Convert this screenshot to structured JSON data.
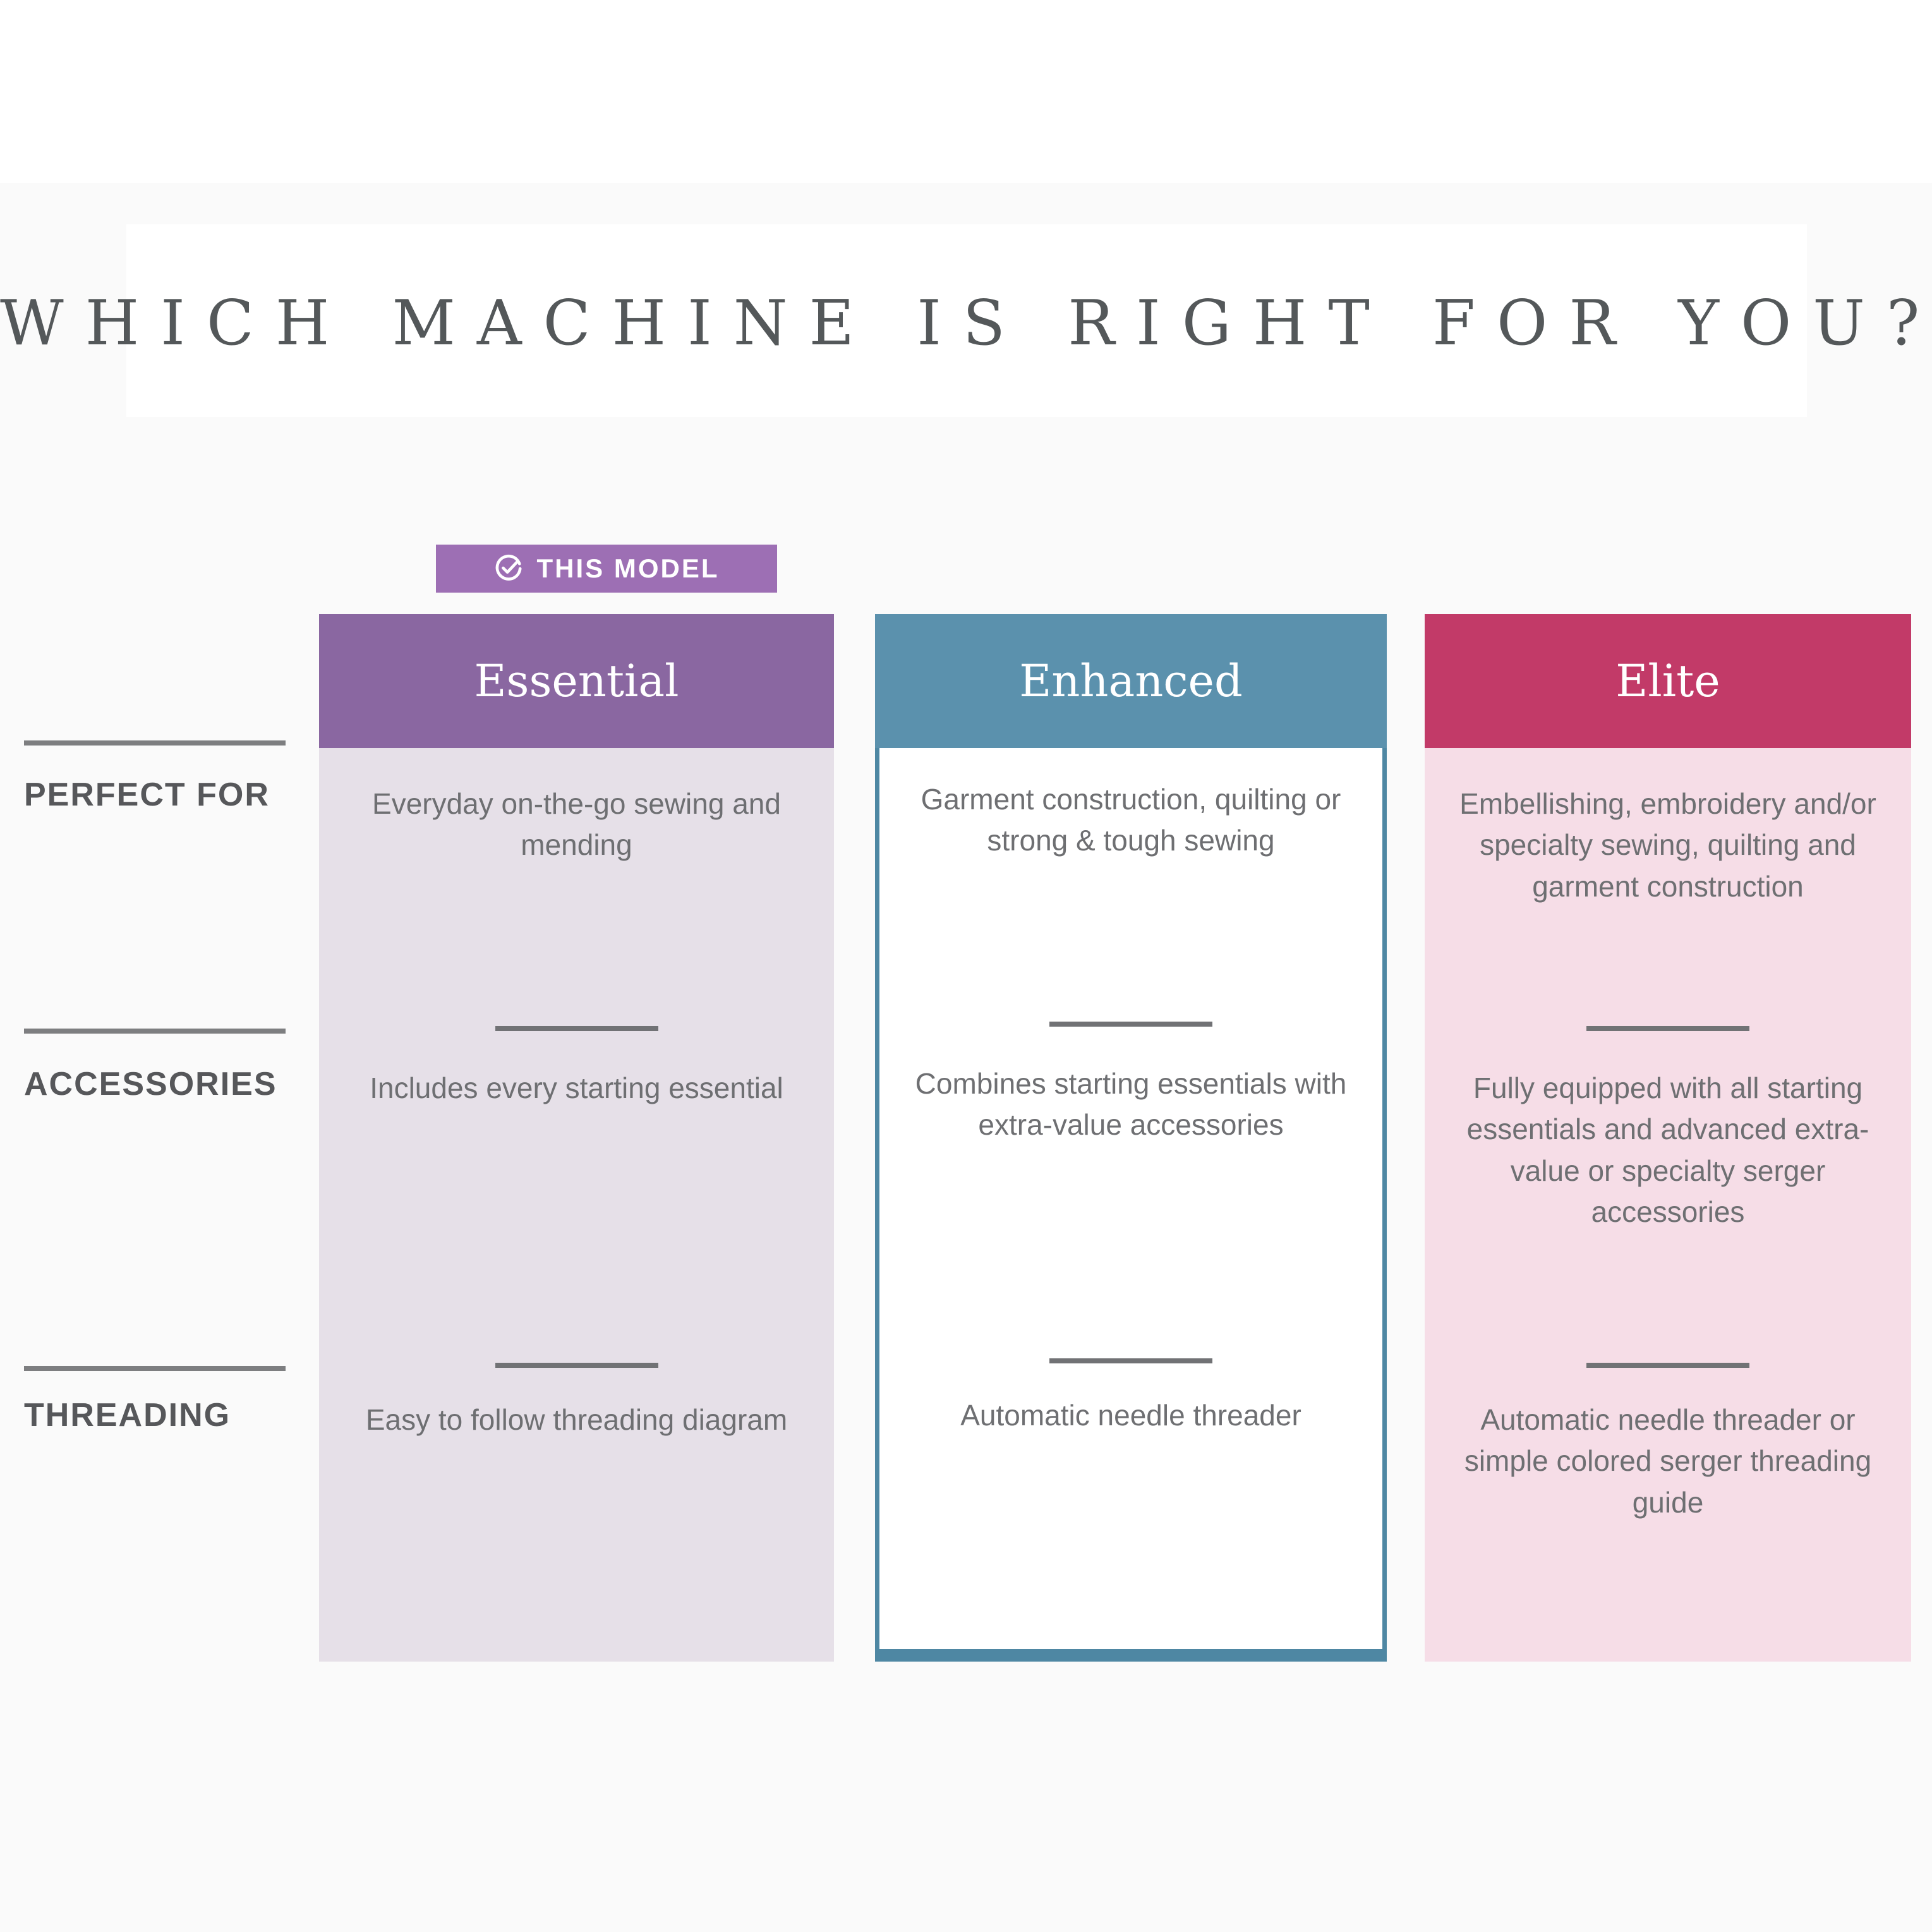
{
  "page": {
    "title": "WHICH MACHINE IS RIGHT FOR YOU?",
    "title_color": "#54585a",
    "background_color": "#fafafa"
  },
  "badge": {
    "label": "THIS MODEL",
    "icon": "check-circle-icon",
    "background_color": "#9d6fb4",
    "text_color": "#ffffff"
  },
  "rows": [
    {
      "label": "PERFECT FOR"
    },
    {
      "label": "ACCESSORIES"
    },
    {
      "label": "THREADING"
    }
  ],
  "columns": [
    {
      "name": "Essential",
      "highlighted_as_this_model": true,
      "header_color": "#8a67a1",
      "body_color": "#e6e0e8",
      "perfect_for": "Everyday on-the-go sewing and mending",
      "accessories": "Includes every starting essential",
      "threading": "Easy to follow threading diagram"
    },
    {
      "name": "Enhanced",
      "highlighted_as_this_model": false,
      "header_color": "#5b91ad",
      "body_color": "#ffffff",
      "border_color": "#4e87a3",
      "perfect_for": "Garment construction, quilting or strong & tough sewing",
      "accessories": "Combines starting essentials with extra-value accessories",
      "threading": "Automatic needle threader"
    },
    {
      "name": "Elite",
      "highlighted_as_this_model": false,
      "header_color": "#c23a68",
      "body_color": "#f6dde7",
      "perfect_for": "Embellishing, embroidery and/or specialty sewing, quilting and garment construction",
      "accessories": "Fully equipped with all starting essentials and advanced extra-value or specialty serger accessories",
      "threading": "Automatic needle threader or simple colored serger threading guide"
    }
  ]
}
